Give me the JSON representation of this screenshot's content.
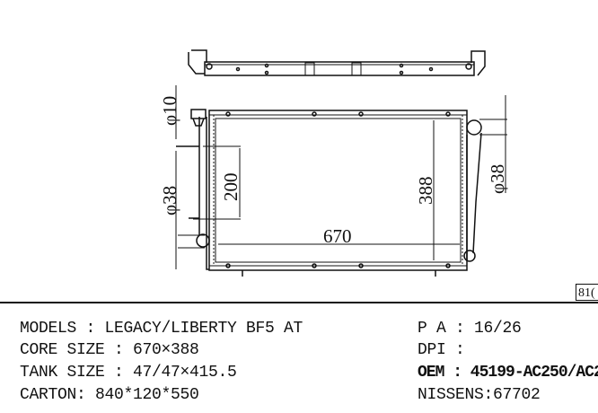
{
  "drawing": {
    "dim_top_inlet": "φ10",
    "dim_left_pipe": "φ38",
    "dim_200": "200",
    "dim_height": "388",
    "dim_width": "670",
    "dim_right_pipe": "φ38"
  },
  "page_box": "81(",
  "specs_left": [
    "MODELS : LEGACY/LIBERTY BF5 AT",
    "CORE SIZE : 670×388",
    "TANK SIZE : 47/47×415.5",
    "CARTON: 840*120*550"
  ],
  "specs_right": [
    "P A : 16/26",
    "DPI :",
    "OEM : 45199-AC250/AC2",
    "NISSENS:67702"
  ]
}
